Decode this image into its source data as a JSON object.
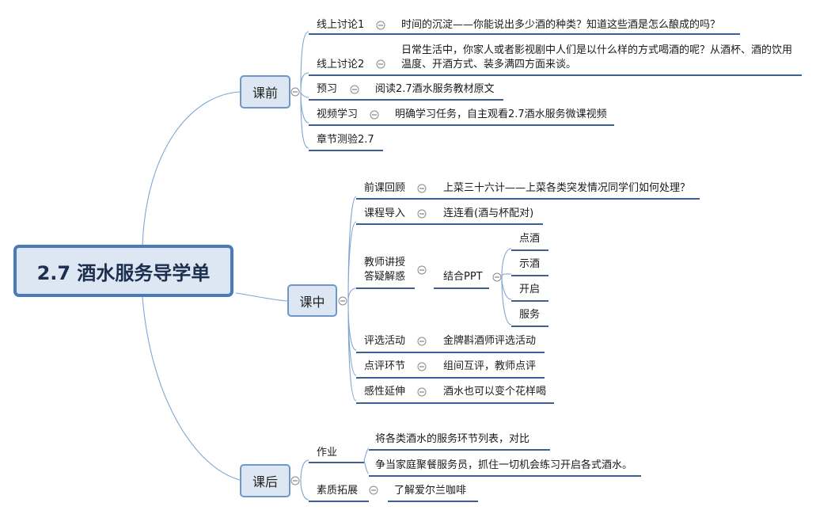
{
  "root": "2.7 酒水服务导学单",
  "before": {
    "label": "课前",
    "items": [
      {
        "label": "线上讨论1",
        "detail": "时间的沉淀——你能说出多少酒的种类？知道这些酒是怎么酿成的吗？"
      },
      {
        "label": "线上讨论2",
        "detail": "日常生活中，你家人或者影视剧中人们是以什么样的方式喝酒的呢？从酒杯、酒的饮用温度、开酒方式、装多满四方面来谈。"
      },
      {
        "label": "预习",
        "detail": "阅读2.7酒水服务教材原文"
      },
      {
        "label": "视频学习",
        "detail": "明确学习任务，自主观看2.7酒水服务微课视频"
      },
      {
        "label": "章节测验2.7"
      }
    ]
  },
  "during": {
    "label": "课中",
    "items": [
      {
        "label": "前课回顾",
        "detail": "上菜三十六计——上菜各类突发情况同学们如何处理？"
      },
      {
        "label": "课程导入",
        "detail": "连连看(酒与杯配对)"
      },
      {
        "label": "教师讲授\n答疑解惑",
        "detail": "结合PPT",
        "subs": [
          "点酒",
          "示酒",
          "开启",
          "服务"
        ]
      },
      {
        "label": "评选活动",
        "detail": "金牌斟酒师评选活动"
      },
      {
        "label": "点评环节",
        "detail": "组间互评，教师点评"
      },
      {
        "label": "感性延伸",
        "detail": "酒水也可以变个花样喝"
      }
    ]
  },
  "after": {
    "label": "课后",
    "items": [
      {
        "label": "作业",
        "details": [
          "将各类酒水的服务环节列表，对比",
          "争当家庭聚餐服务员，抓住一切机会练习开启各式酒水。"
        ]
      },
      {
        "label": "素质拓展",
        "detail": "了解爱尔兰咖啡"
      }
    ]
  },
  "colors": {
    "connector": "#7ea6d4",
    "underline": "#3e5f91",
    "node_fill": "#dde7f3",
    "node_border": "#6f97c9"
  }
}
